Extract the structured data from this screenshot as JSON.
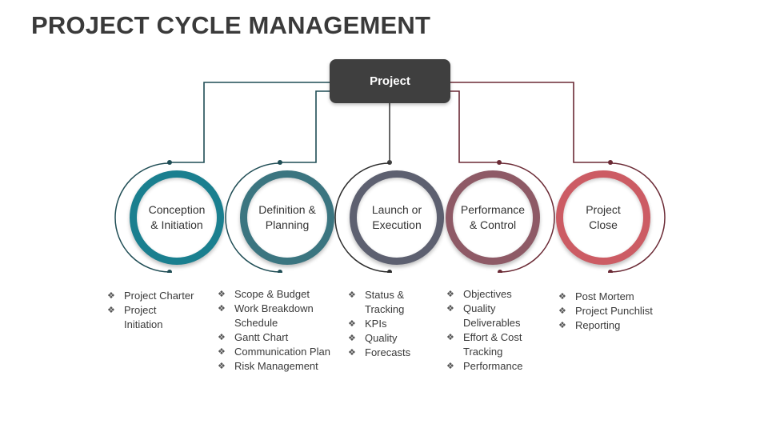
{
  "title": "PROJECT CYCLE MANAGEMENT",
  "root": {
    "label": "Project"
  },
  "stages": [
    {
      "id": "conception",
      "label": "Conception\n& Initiation",
      "color": "#1a7f8f",
      "items": [
        "Project Charter",
        "Project Initiation"
      ]
    },
    {
      "id": "definition",
      "label": "Definition &\nPlanning",
      "color": "#3b7580",
      "items": [
        "Scope & Budget",
        "Work Breakdown Schedule",
        "Gantt Chart",
        "Communication Plan",
        "Risk Management"
      ]
    },
    {
      "id": "launch",
      "label": "Launch or\nExecution",
      "color": "#5d6070",
      "items": [
        "Status & Tracking",
        "KPIs",
        "Quality",
        "Forecasts"
      ]
    },
    {
      "id": "performance",
      "label": "Performance\n& Control",
      "color": "#8e5a66",
      "items": [
        "Objectives",
        "Quality Deliverables",
        "Effort & Cost Tracking",
        "Performance"
      ]
    },
    {
      "id": "close",
      "label": "Project\nClose",
      "color": "#cc5c64",
      "items": [
        "Post Mortem",
        "Project Punchlist",
        "Reporting"
      ]
    }
  ],
  "connector_colors": {
    "teal": "#1f4d55",
    "maroon": "#6b2a35"
  }
}
